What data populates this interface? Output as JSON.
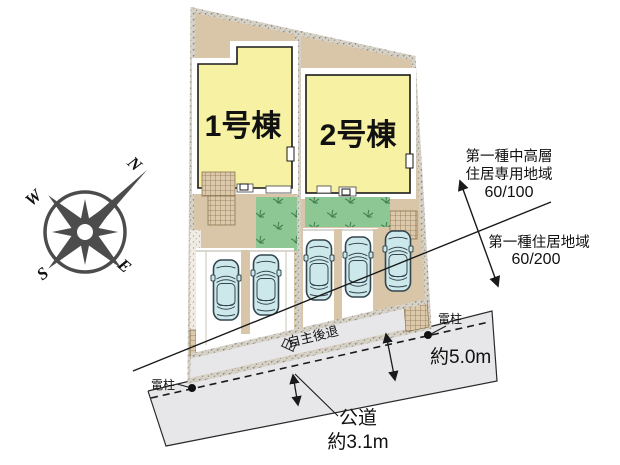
{
  "plan": {
    "title_hint": "site-plan",
    "buildings": [
      {
        "label": "1号棟"
      },
      {
        "label": "2号棟"
      }
    ],
    "zoning": {
      "zone1": {
        "line1": "第一種中高層",
        "line2": "住居専用地域",
        "ratio": "60/100"
      },
      "zone2": {
        "line1": "第一種住居地域",
        "ratio": "60/200"
      }
    },
    "road": {
      "setback_label": "自主後退",
      "frontage_width": "約5.0m",
      "road_type": "公道",
      "road_width": "約3.1m"
    },
    "utility_pole_left": "電柱",
    "utility_pole_right": "電柱",
    "compass": {
      "north": "N",
      "west": "W",
      "south": "S",
      "east": "E"
    }
  },
  "colors": {
    "lot_tan": "#d9c6a9",
    "building_yellow": "#f6f1a3",
    "garden_green": "#8cc794",
    "car_blue": "#cde8ea",
    "road_gray": "#e7e7e9",
    "boundary_stipple": "#8f887b",
    "line_black": "#1a1a1a"
  }
}
